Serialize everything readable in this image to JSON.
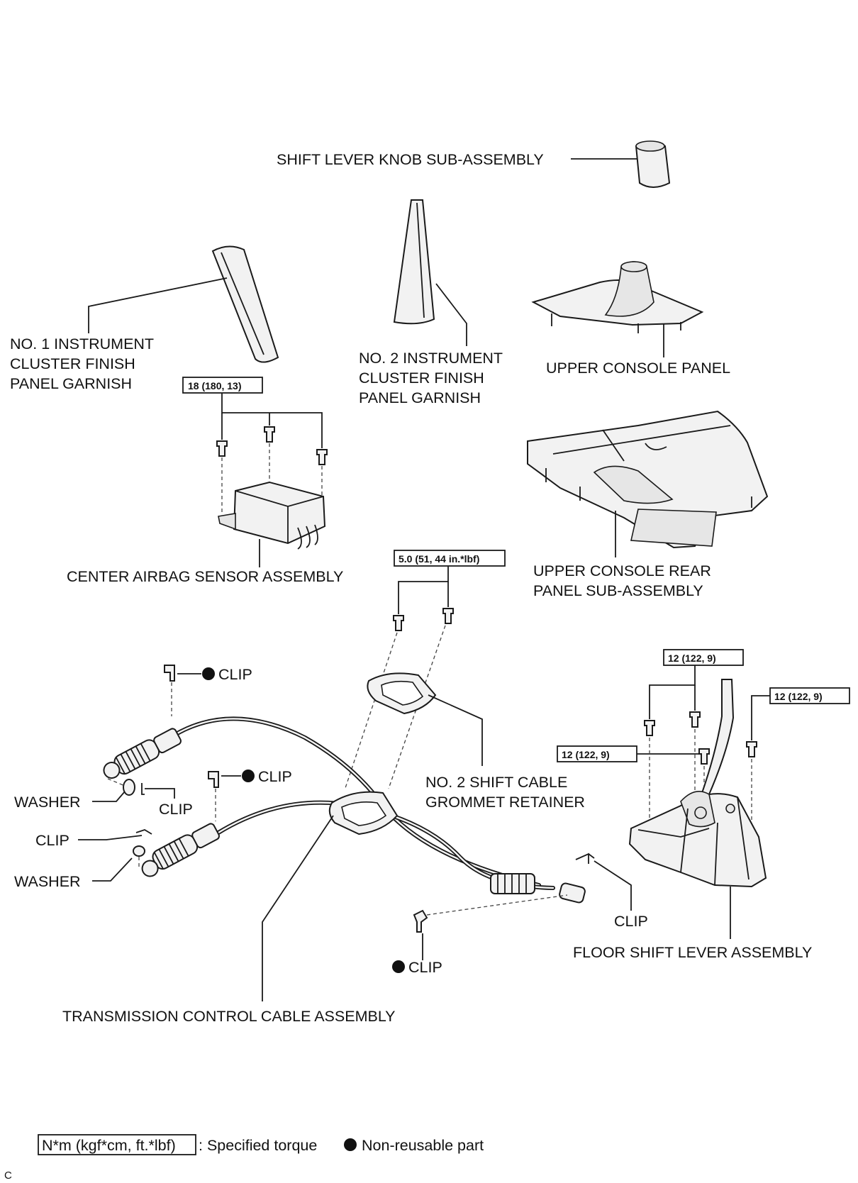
{
  "labels": {
    "knob": "SHIFT LEVER KNOB SUB-ASSEMBLY",
    "garnish1": [
      "NO. 1 INSTRUMENT",
      "CLUSTER FINISH",
      "PANEL GARNISH"
    ],
    "garnish2": [
      "NO. 2 INSTRUMENT",
      "CLUSTER FINISH",
      "PANEL GARNISH"
    ],
    "upper_console_panel": "UPPER CONSOLE PANEL",
    "airbag_sensor": "CENTER AIRBAG SENSOR ASSEMBLY",
    "console_rear": [
      "UPPER CONSOLE REAR",
      "PANEL SUB-ASSEMBLY"
    ],
    "grommet_retainer": [
      "NO. 2 SHIFT CABLE",
      "GROMMET RETAINER"
    ],
    "floor_shift_lever": "FLOOR SHIFT LEVER ASSEMBLY",
    "control_cable": "TRANSMISSION CONTROL CABLE ASSEMBLY",
    "clip": "CLIP",
    "washer": "WASHER"
  },
  "torques": {
    "airbag": "18 (180, 13)",
    "grommet": "5.0 (51, 44 in.*lbf)",
    "lever_a": "12 (122, 9)",
    "lever_b": "12 (122, 9)",
    "lever_c": "12 (122, 9)"
  },
  "legend": {
    "torque_unit": "N*m (kgf*cm, ft.*lbf)",
    "torque_desc": ": Specified torque",
    "nonreusable_desc": "Non-reusable part"
  },
  "corner_code": "C",
  "colors": {
    "ink": "#1a1a1a",
    "part_fill": "#f2f2f2",
    "background": "#ffffff"
  },
  "icons": {
    "non_reusable_marker": "filled-circle",
    "bolt": "bolt-icon"
  }
}
